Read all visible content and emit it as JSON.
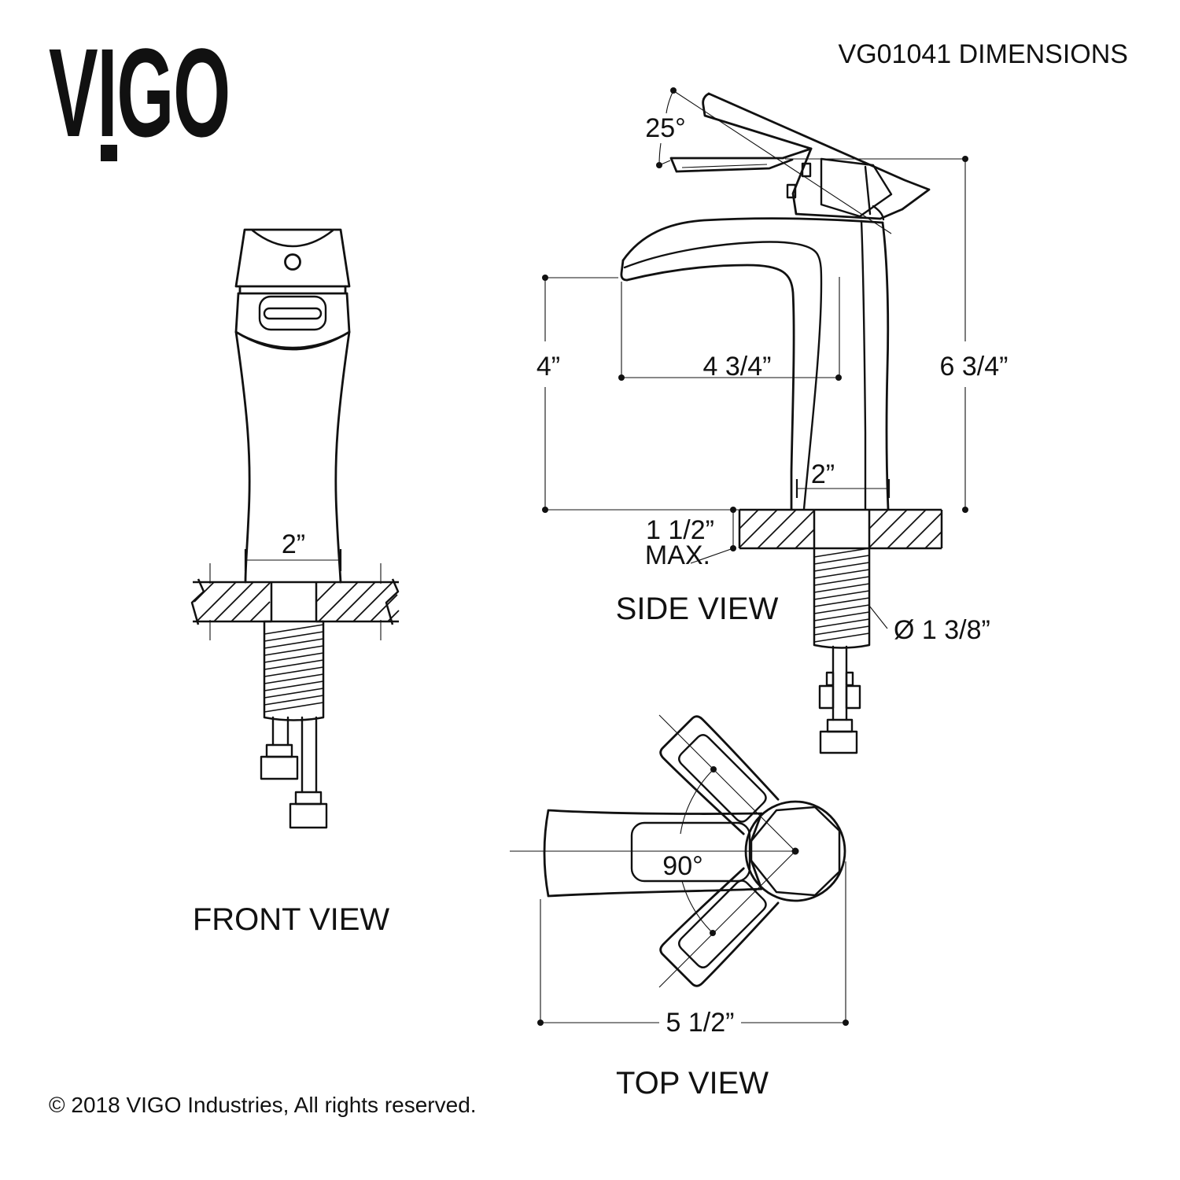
{
  "colors": {
    "line": "#111111",
    "background": "#ffffff"
  },
  "header": {
    "logo_text": "VIGO",
    "title": "VG01041 DIMENSIONS"
  },
  "views": {
    "front": {
      "label": "FRONT VIEW",
      "dimensions": {
        "base_width": "2”"
      }
    },
    "side": {
      "label": "SIDE VIEW",
      "dimensions": {
        "handle_angle": "25°",
        "spout_height": "4”",
        "spout_reach": "4 3/4”",
        "overall_height": "6 3/4”",
        "base_width": "2”",
        "mount_thickness": "1 1/2”",
        "mount_thickness_suffix": "MAX.",
        "shank_diameter": "Ø 1 3/8”"
      }
    },
    "top": {
      "label": "TOP VIEW",
      "dimensions": {
        "handle_swivel": "90°",
        "overall_width": "5 1/2”"
      }
    }
  },
  "footer": {
    "copyright": "© 2018 VIGO Industries, All rights reserved."
  }
}
